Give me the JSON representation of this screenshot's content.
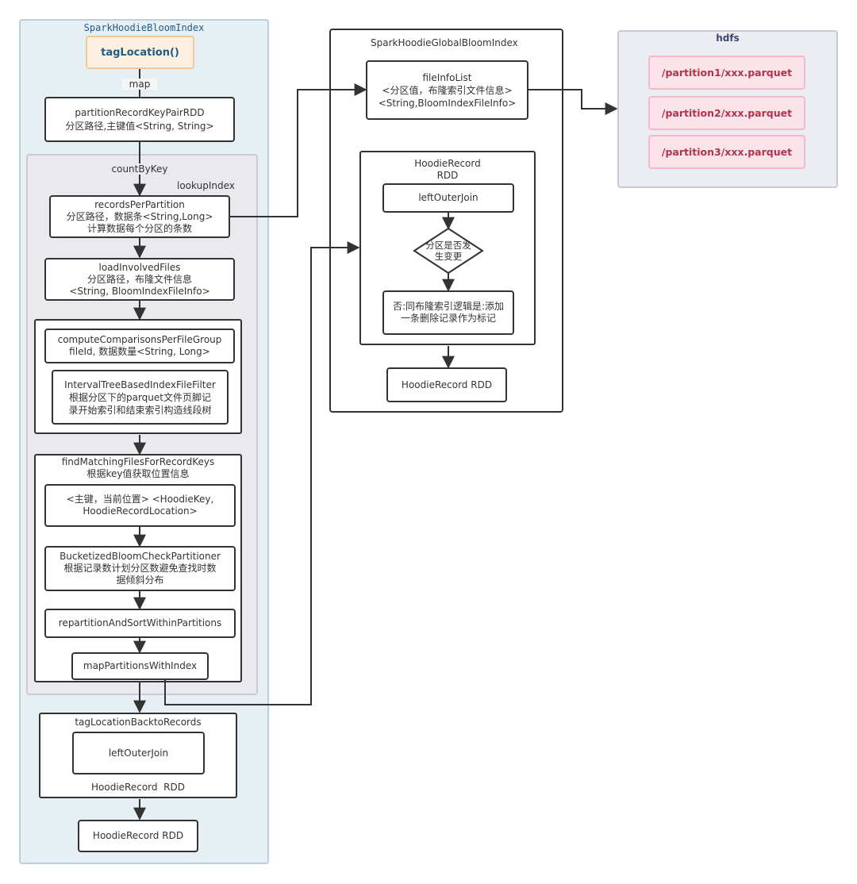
{
  "colors": {
    "spark_bg": "#e6eff3",
    "spark_border": "#b9d0dd",
    "lookup_bg": "#e9e9ee",
    "hdfs_bg": "#ecedf2",
    "hdfs_item_bg": "#fbe3ea",
    "hdfs_item_border": "#f3b9c8",
    "hdfs_item_text": "#b0354c",
    "tag_bg": "#fdf0e1",
    "tag_border": "#f1c995",
    "title_blue": "#1e5d86",
    "line": "#333333"
  },
  "spark": {
    "title": "SparkHoodieBloomIndex",
    "tag_location": "tagLocation()",
    "map_label": "map",
    "partition_rdd": {
      "line1": "partitionRecordKeyPairRDD",
      "line2": "分区路径,主键值<String, String>"
    },
    "count_by_key": "countByKey",
    "lookup_index": "lookupIndex",
    "records_per_partition": {
      "line1": "recordsPerPartition",
      "line2": "分区路径，数据条<String,Long>",
      "line3": "计算数据每个分区的条数"
    },
    "load_involved": {
      "line1": "loadInvolvedFiles",
      "line2": "分区路径，布隆文件信息",
      "line3": "<String, BloomIndexFileInfo>"
    },
    "compute_comparisons": {
      "line1": "computeComparisonsPerFileGroup",
      "line2": "fileId, 数据数量<String, Long>"
    },
    "interval_tree": {
      "line1": "IntervalTreeBasedIndexFileFilter",
      "line2": "根据分区下的parquet文件页脚记",
      "line3": "录开始索引和结束索引构造线段树"
    },
    "find_matching": {
      "line1": "findMatchingFilesForRecordKeys",
      "line2": "根据key值获取位置信息"
    },
    "primary_key": {
      "line1": "<主键，当前位置> <HoodieKey,",
      "line2": "HoodieRecordLocation>"
    },
    "bucketized": {
      "line1": "BucketizedBloomCheckPartitioner",
      "line2": "根据记录数计划分区数避免查找时数",
      "line3": "据倾斜分布"
    },
    "repartition": "repartitionAndSortWithinPartitions",
    "map_partitions": "mapPartitionsWithIndex",
    "tag_back": "tagLocationBacktoRecords",
    "left_outer_join": "leftOuterJoin",
    "hoodie_record_rdd_inner": "HoodieRecord  RDD",
    "hoodie_record_rdd_final": "HoodieRecord RDD"
  },
  "global": {
    "title": "SparkHoodieGlobalBloomIndex",
    "file_info_list": {
      "line1": "fileInfoList",
      "line2": "<分区值，布隆索引文件信息>",
      "line3": "<String,BloomIndexFileInfo>"
    },
    "hoodie_record_group": {
      "line1": "HoodieRecord",
      "line2": "RDD"
    },
    "left_outer_join": "leftOuterJoin",
    "decision": {
      "line1": "分区是否发",
      "line2": "生变更"
    },
    "no_branch": {
      "line1": "否:同布隆索引逻辑是:添加",
      "line2": "一条删除记录作为标记"
    },
    "hoodie_record_rdd": "HoodieRecord RDD"
  },
  "hdfs": {
    "title": "hdfs",
    "items": [
      "/partition1/xxx.parquet",
      "/partition2/xxx.parquet",
      "/partition3/xxx.parquet"
    ]
  }
}
